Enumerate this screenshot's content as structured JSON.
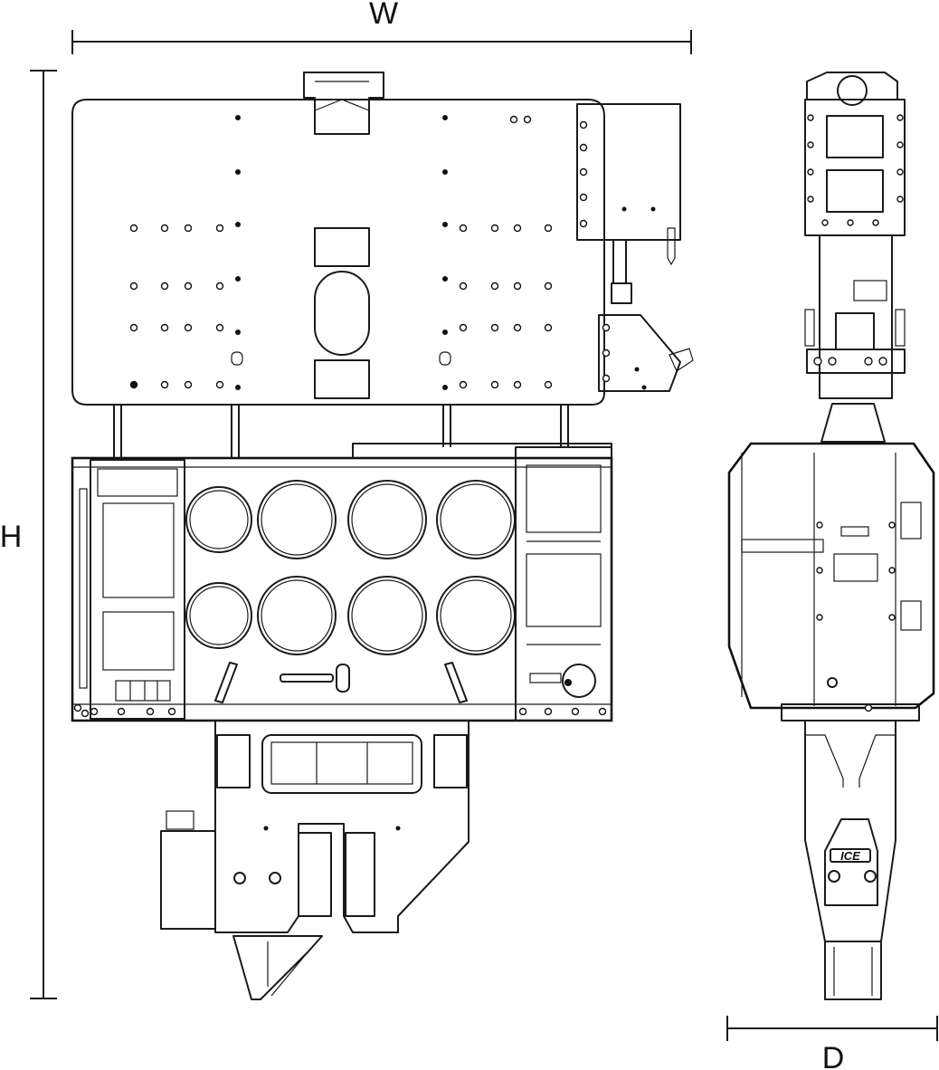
{
  "dimensions": {
    "width_label": "W",
    "height_label": "H",
    "depth_label": "D"
  },
  "logo": {
    "text": "ICE"
  },
  "colors": {
    "line": "#1a1a1a",
    "background": "#ffffff"
  }
}
